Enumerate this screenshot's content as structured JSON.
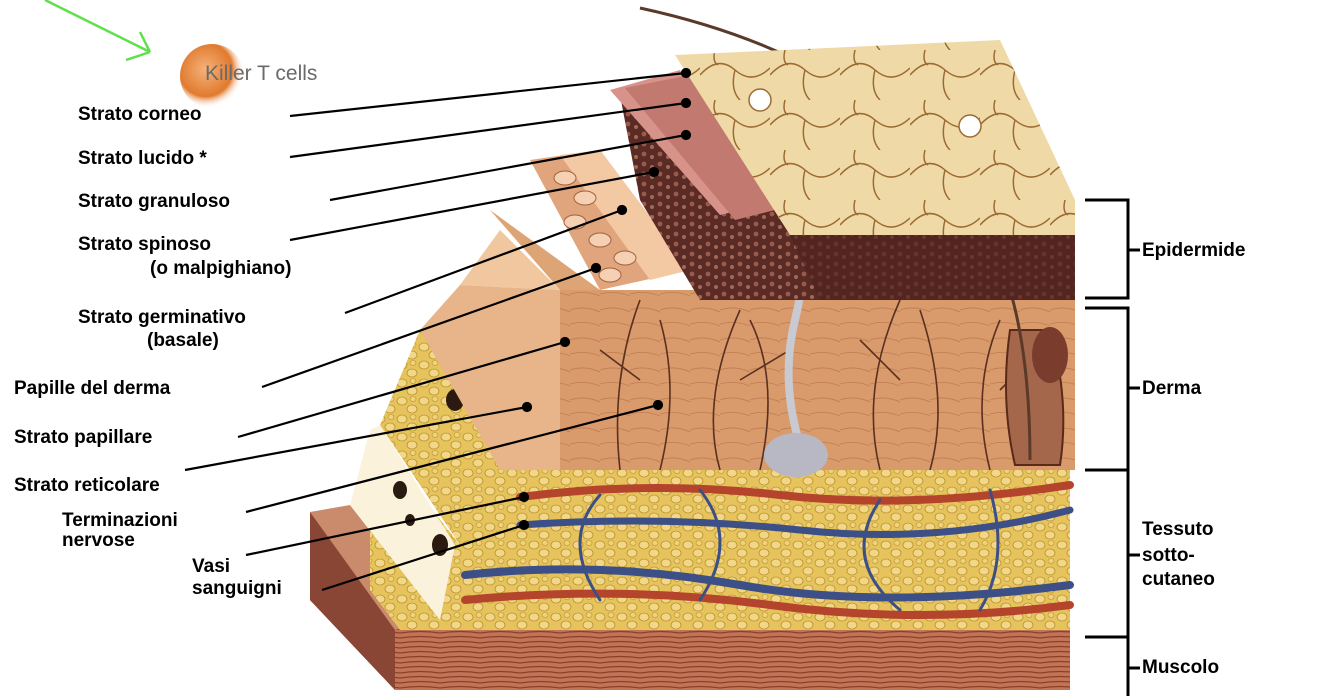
{
  "badge": {
    "text": "Killer T cells",
    "color": "#e07a2e"
  },
  "arrow": {
    "color": "#5fe04a"
  },
  "labels": {
    "strato_corneo": "Strato corneo",
    "strato_lucido": "Strato lucido *",
    "strato_granuloso": "Strato granuloso",
    "strato_spinoso": "Strato spinoso",
    "strato_spinoso_sub": "(o malpighiano)",
    "strato_germinativo": "Strato germinativo",
    "strato_germinativo_sub": "(basale)",
    "papille_derma": "Papille del derma",
    "strato_papillare": "Strato papillare",
    "strato_reticolare": "Strato reticolare",
    "terminazioni_1": "Terminazioni",
    "terminazioni_2": "nervose",
    "vasi_1": "Vasi",
    "vasi_2": "sanguigni"
  },
  "regions": {
    "epidermide": "Epidermide",
    "derma": "Derma",
    "tessuto_1": "Tessuto",
    "tessuto_2": "sotto-",
    "tessuto_3": "cutaneo",
    "muscolo": "Muscolo"
  },
  "palette": {
    "corneo": "#efd9a6",
    "dermis": "#d99a6c",
    "fat": "#e3c25a",
    "muscle": "#c27456",
    "artery": "#b5442c",
    "vein": "#3c4f86"
  }
}
